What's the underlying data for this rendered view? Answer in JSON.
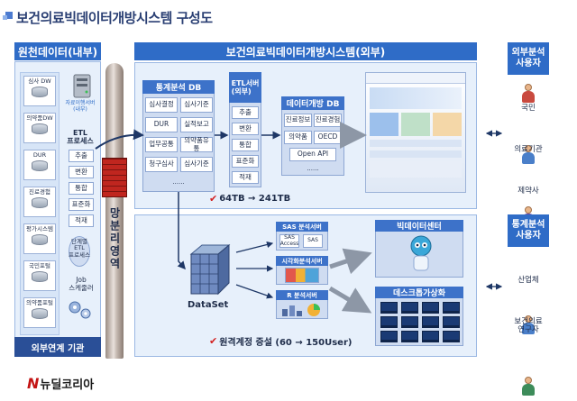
{
  "title": "보건의료빅데이터개방시스템 구성도",
  "left": {
    "header": "원천데이터(내부)",
    "sources": [
      "심사 DW",
      "의약품DW",
      "DUR",
      "진료경험",
      "평가시스템",
      "국민포털",
      "의약품포털"
    ],
    "server_label": "자료이행서버\n(내부)",
    "etl_title": "ETL\n프로세스",
    "etl_items": [
      "추출",
      "변환",
      "통합",
      "표준화",
      "적재"
    ],
    "step_label": "단계별\nETL\n프로세스",
    "job_label": "Job\n스케줄러",
    "footer": "외부연계 기관"
  },
  "pillar_label": "망분리영역",
  "center": {
    "header": "보건의료빅데이터개방시스템(외부)",
    "stat_db": {
      "title": "통계분석 DB",
      "cells": [
        "심사결정",
        "심사기준",
        "DUR",
        "실적보고",
        "업무공통",
        "의약품유통",
        "청구심사",
        "심사기준"
      ],
      "ellipsis": "......"
    },
    "etl_server": {
      "title": "ETL서버\n(외부)",
      "items": [
        "추출",
        "변환",
        "통합",
        "표준화",
        "적재"
      ]
    },
    "open_db": {
      "title": "데이터개방 DB",
      "cells": [
        "진료정보",
        "진료경험",
        "의약품",
        "OECD",
        "Open API"
      ],
      "ellipsis": "......"
    },
    "note_top": "64TB → 241TB",
    "dataset": "DataSet",
    "servers": [
      "SAS 분석서버",
      "시각화분석서버",
      "R 분석서버"
    ],
    "sas_tags": [
      "SAS Access",
      "SAS"
    ],
    "bigdata_center": "빅데이터센터",
    "desk_label": "데스크톱가상화",
    "note_bottom": "원격계정 증설 (60 → 150User)"
  },
  "right": {
    "top_header": "외부분석\n사용자",
    "top_users": [
      "국민",
      "의료기관",
      "제약사"
    ],
    "bottom_header": "통계분석\n사용자",
    "bottom_users": [
      "산업체",
      "보건의료\n연구자"
    ]
  },
  "footer_logo": {
    "mark": "N",
    "text": "뉴딜코리아"
  },
  "colors": {
    "header_blue": "#2f6cc7",
    "panel_bg": "#e7f0fb",
    "firewall_red": "#c0261f",
    "check_red": "#d32020"
  }
}
